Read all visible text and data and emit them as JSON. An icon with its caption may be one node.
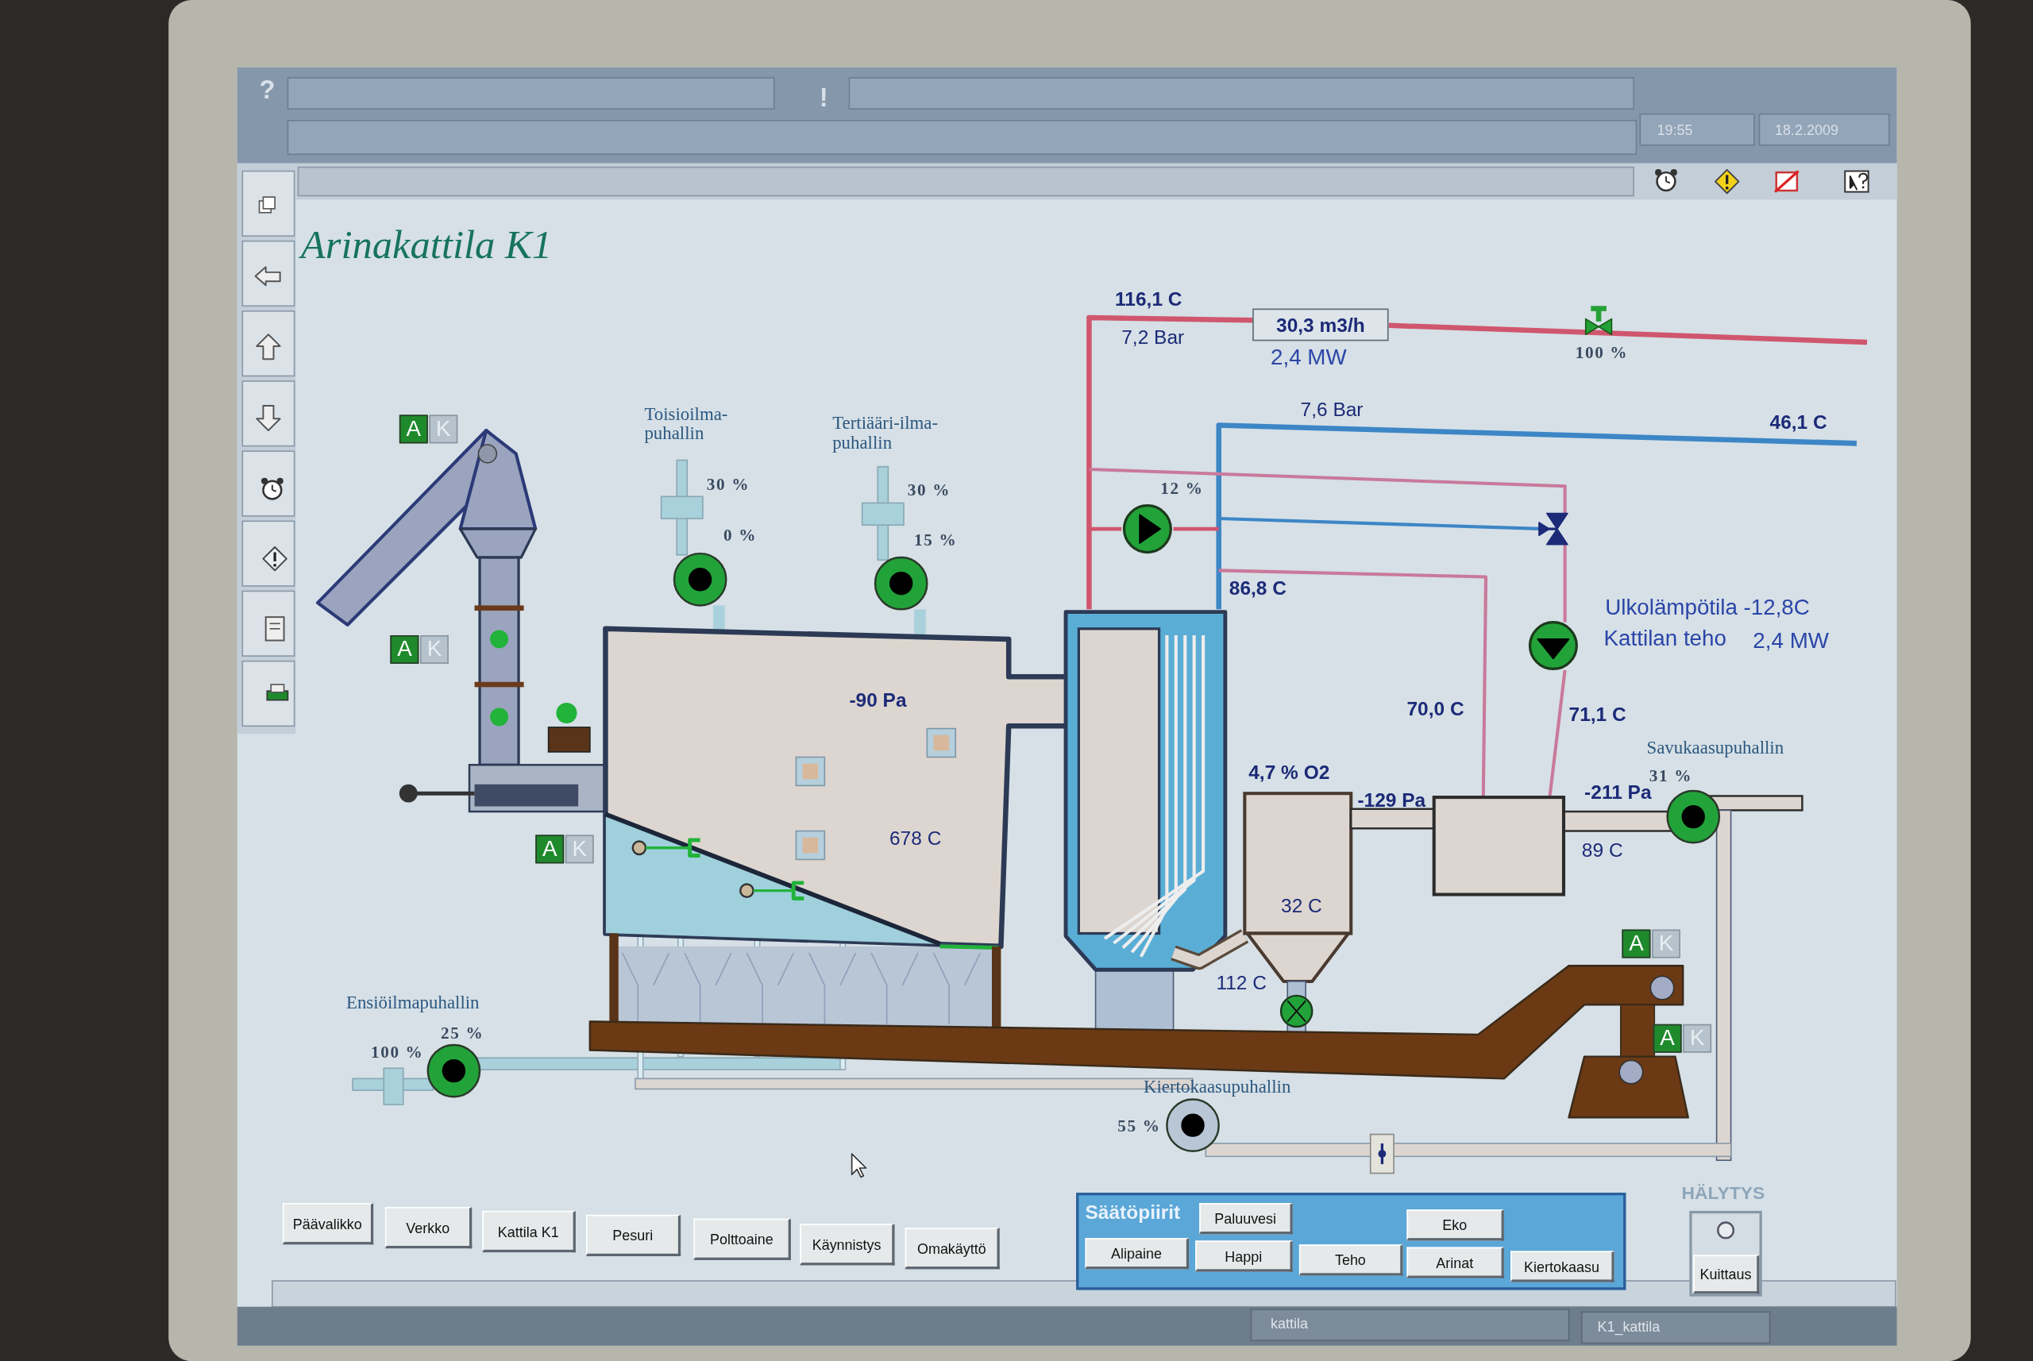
{
  "diagram": {
    "title": "Arinakattila K1",
    "nodes": [
      {
        "text": [
          "30,3 m3/h"
        ],
        "beside": [
          "2,4 MW"
        ]
      },
      {
        "text": [
          "Päävalikko"
        ]
      },
      {
        "text": [
          "Verkko"
        ]
      },
      {
        "text": [
          "Kattila K1"
        ]
      },
      {
        "text": [
          "Pesuri"
        ]
      },
      {
        "text": [
          "Polttoaine"
        ]
      },
      {
        "text": [
          "Käynnistys"
        ]
      },
      {
        "text": [
          "Omakäyttö"
        ]
      },
      {
        "text": [
          "Säätöpiirit"
        ]
      },
      {
        "text": [
          "Paluuvesi"
        ],
        "in": 8
      },
      {
        "text": [
          "Eko"
        ],
        "in": 8
      },
      {
        "text": [
          "Alipaine"
        ],
        "in": 8
      },
      {
        "text": [
          "Happi"
        ],
        "in": 8
      },
      {
        "text": [
          "Teho"
        ],
        "in": 8
      },
      {
        "text": [
          "Arinat"
        ],
        "in": 8
      },
      {
        "text": [
          "Kiertokaasu"
        ],
        "in": 8
      },
      {
        "text": [
          "HÄLYTYS"
        ]
      },
      {
        "text": [
          "Kuittaus"
        ],
        "in": 16
      }
    ],
    "labels": [
      "?",
      "!",
      "19:55",
      "18.2.2009",
      "116,1 C",
      "7,2 Bar",
      "100 %",
      "A",
      "K",
      "Toisioilma- puhallin",
      "Tertiääri-ilma- puhallin",
      "7,6 Bar",
      "46,1 C",
      "30 %",
      "30 %",
      "12 %",
      "0 %",
      "15 %",
      "86,8 C",
      "Ulkolämpötila -12,8C",
      "A",
      "K",
      "Kattilan teho",
      "2,4 MW",
      "-90 Pa",
      "70,0 C",
      "71,1 C",
      "Savukaasupuhallin",
      "4,7 % O2",
      "31 %",
      "-129 Pa",
      "-211 Pa",
      "678 C",
      "A",
      "K",
      "89 C",
      "32 C",
      "A",
      "K",
      "112 C",
      "Ensiöilmapuhallin",
      "25 %",
      "A",
      "K",
      "100 %",
      "Kiertokaasupuhallin",
      "55 %",
      "kattila",
      "K1_kattila"
    ]
  }
}
